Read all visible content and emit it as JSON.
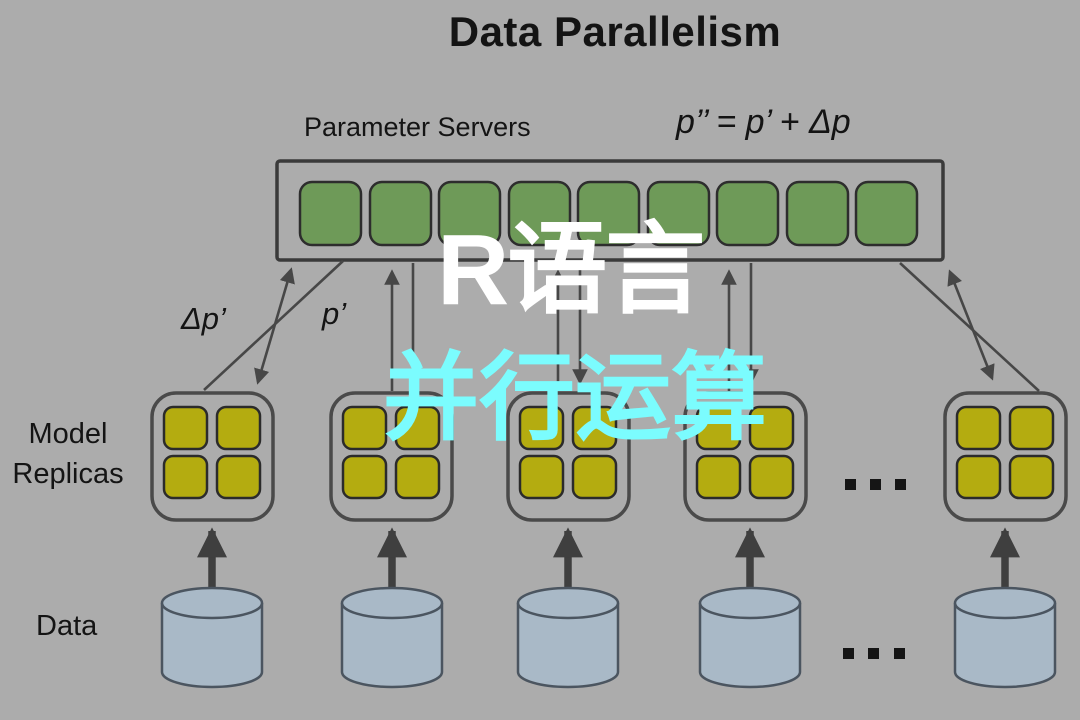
{
  "colors": {
    "background": "#acacac",
    "line": "#474747",
    "text": "#141414",
    "server_cell": "#6e9a58",
    "replica_cell": "#b4ac10",
    "data_cylinder": "#a9b9c7",
    "watermark_primary": "#ffffff",
    "watermark_secondary": "#7bfcfe"
  },
  "diagram": {
    "title": "Data Parallelism",
    "parameter_servers": {
      "label": "Parameter Servers",
      "formula": "p’’ = p’ + Δp",
      "cell_count": 9
    },
    "edges": {
      "up_label": "Δp’",
      "down_label": "p’"
    },
    "model_replicas": {
      "label_line1": "Model",
      "label_line2": "Replicas",
      "visible_count": 5,
      "cells_per_replica": 4,
      "ellipsis": "..."
    },
    "data_shards": {
      "label": "Data",
      "visible_count": 5,
      "ellipsis": "..."
    }
  },
  "watermark": {
    "line1": "R语言",
    "line2": "并行运算"
  }
}
